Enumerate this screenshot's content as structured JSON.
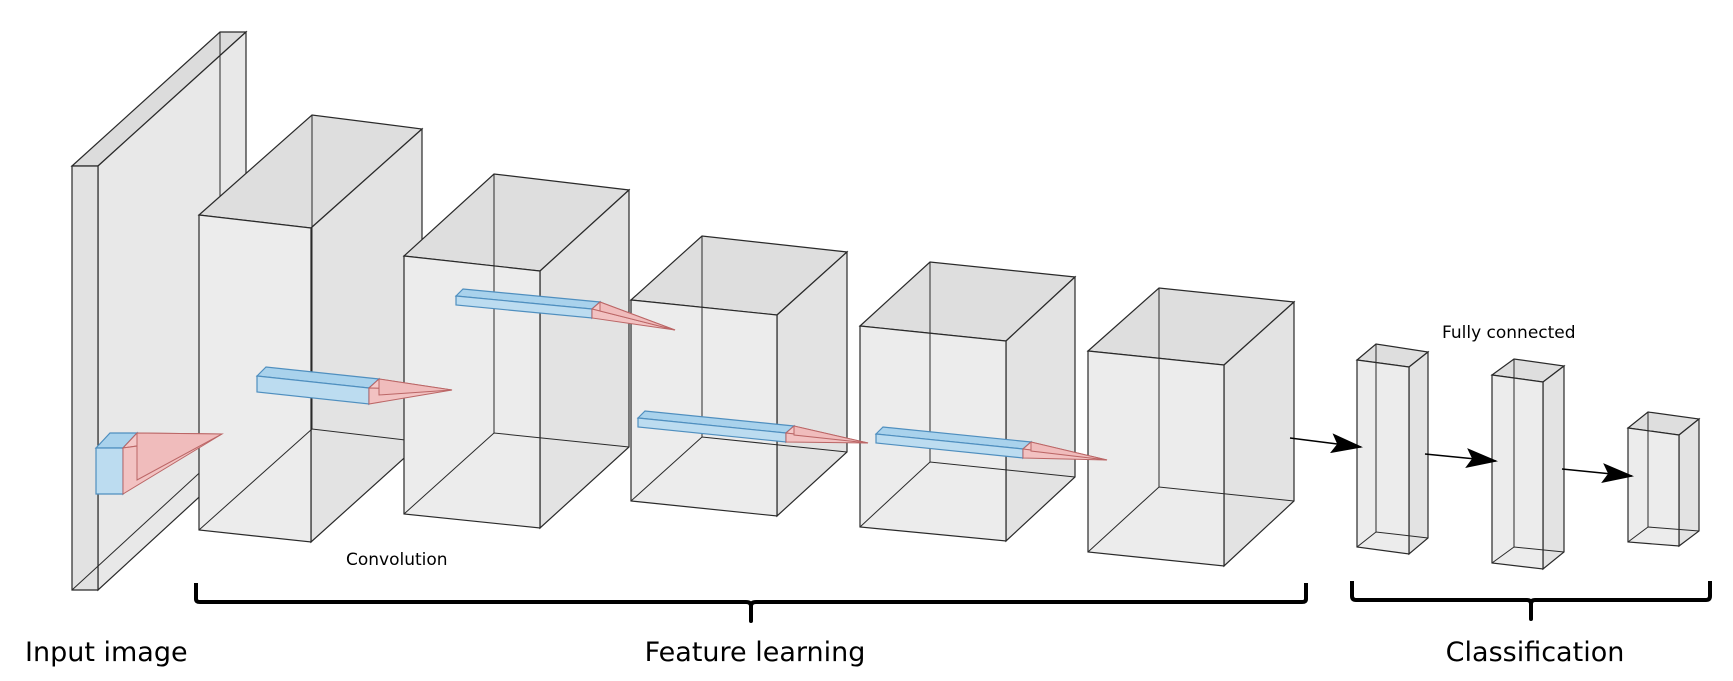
{
  "labels": {
    "input_image": "Input image",
    "feature_learning": "Feature learning",
    "classification": "Classification",
    "convolution": "Convolution",
    "fully_connected": "Fully connected"
  },
  "colors": {
    "face_fill": "#e4e4e4",
    "edge": "#2a2a2a",
    "kernel_fill": "#bcdcf0",
    "kernel_edge": "#4f8fbf",
    "cone_fill": "#f2c2c2",
    "cone_edge": "#b66"
  },
  "structure": {
    "input_layer": 1,
    "feature_maps": 5,
    "fully_connected_layers": 3,
    "convolution_kernels": 5
  }
}
